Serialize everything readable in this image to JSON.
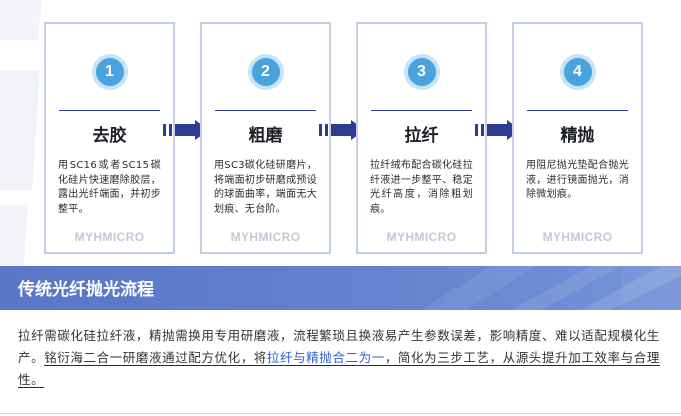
{
  "colors": {
    "card_border": "#c4cde6",
    "circle": "#4aa3de",
    "arrow": "#2c3d8f",
    "banner": "#5a76c7",
    "link": "#2f5fd1"
  },
  "steps": [
    {
      "number": "1",
      "title": "去胶",
      "desc": "用SC16或者SC15碳化硅片快速磨除胶层，露出光纤端面，并初步整平。",
      "brand": "MYHMICRO"
    },
    {
      "number": "2",
      "title": "粗磨",
      "desc": "用SC3碳化硅研磨片，将端面初步研磨成预设的球面曲率，端面无大划痕、无台阶。",
      "brand": "MYHMICRO"
    },
    {
      "number": "3",
      "title": "拉纤",
      "desc": "拉纤绒布配合碳化硅拉纤液进一步整平、稳定光纤高度，消除粗划痕。",
      "brand": "MYHMICRO"
    },
    {
      "number": "4",
      "title": "精抛",
      "desc": "用阻尼抛光垫配合抛光液，进行镜面抛光，消除微划痕。",
      "brand": "MYHMICRO"
    }
  ],
  "banner": {
    "title": "传统光纤抛光流程"
  },
  "paragraph": {
    "part1": "拉纤需碳化硅拉纤液，精抛需换用专用研磨液，流程繁琐且换液易产生参数误差，影响精度、难以适配规模化生产。",
    "part2": "铭衍海二合一研磨液通过配方优化，将",
    "link": "拉纤与精抛合二为一",
    "part3": "，简化为三步工艺，从源头提升加工效率与合理性。"
  }
}
